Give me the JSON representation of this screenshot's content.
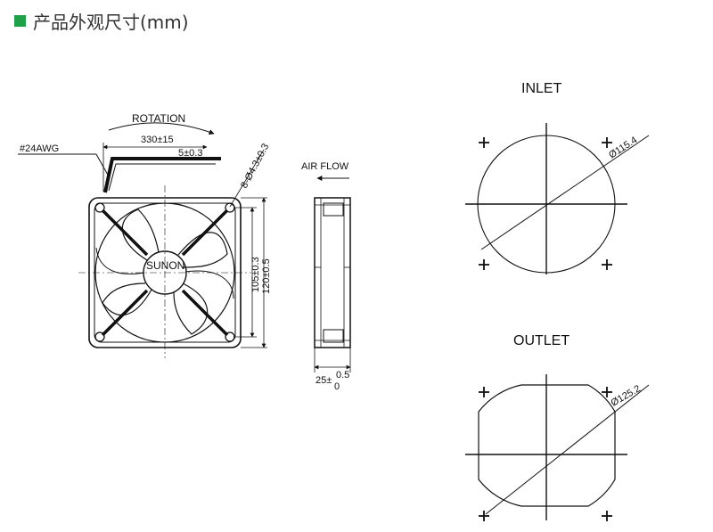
{
  "header": {
    "title": "产品外观尺寸(mm)",
    "bullet_color": "#1fa14a"
  },
  "front_view": {
    "wire_label": "#24AWG",
    "rotation_label": "ROTATION",
    "lead_length": "330±15",
    "strip_length": "5±0.3",
    "hole_spec": "8-Ø4.3±0.3",
    "logo": "SUNON",
    "hole_pitch": "105±0.3",
    "frame_size": "120±0.5"
  },
  "side_view": {
    "airflow_label": "AIR FLOW",
    "depth_base": "25",
    "depth_plus": "±",
    "depth_upper": "0.5",
    "depth_lower": "0"
  },
  "inlet_view": {
    "title": "INLET",
    "diameter": "Ø115.4"
  },
  "outlet_view": {
    "title": "OUTLET",
    "diameter": "Ø125.2"
  },
  "colors": {
    "line": "#111111"
  }
}
